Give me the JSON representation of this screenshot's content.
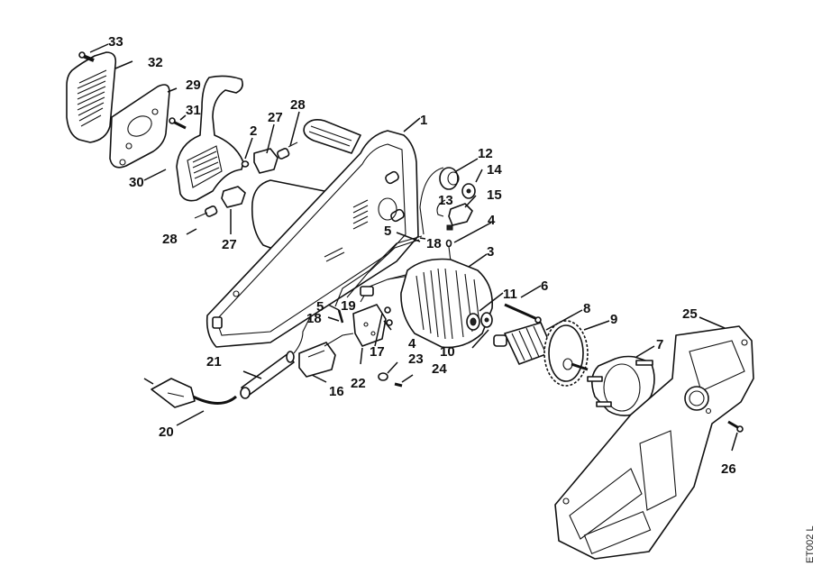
{
  "diagram": {
    "type": "exploded-parts-diagram",
    "drawing_code": "ET002 L",
    "callouts": [
      {
        "id": "c33",
        "label": "33"
      },
      {
        "id": "c32",
        "label": "32"
      },
      {
        "id": "c29",
        "label": "29"
      },
      {
        "id": "c31",
        "label": "31"
      },
      {
        "id": "c30",
        "label": "30"
      },
      {
        "id": "c2",
        "label": "2"
      },
      {
        "id": "c27a",
        "label": "27"
      },
      {
        "id": "c28a",
        "label": "28"
      },
      {
        "id": "c28b",
        "label": "28"
      },
      {
        "id": "c27b",
        "label": "27"
      },
      {
        "id": "c1",
        "label": "1"
      },
      {
        "id": "c12",
        "label": "12"
      },
      {
        "id": "c14",
        "label": "14"
      },
      {
        "id": "c13",
        "label": "13"
      },
      {
        "id": "c15",
        "label": "15"
      },
      {
        "id": "c4a",
        "label": "4"
      },
      {
        "id": "c5a",
        "label": "5"
      },
      {
        "id": "c18a",
        "label": "18"
      },
      {
        "id": "c3",
        "label": "3"
      },
      {
        "id": "c11",
        "label": "11"
      },
      {
        "id": "c6",
        "label": "6"
      },
      {
        "id": "c8",
        "label": "8"
      },
      {
        "id": "c9",
        "label": "9"
      },
      {
        "id": "c10",
        "label": "10"
      },
      {
        "id": "c7",
        "label": "7"
      },
      {
        "id": "c25",
        "label": "25"
      },
      {
        "id": "c26",
        "label": "26"
      },
      {
        "id": "c5b",
        "label": "5"
      },
      {
        "id": "c19",
        "label": "19"
      },
      {
        "id": "c18b",
        "label": "18"
      },
      {
        "id": "c17",
        "label": "17"
      },
      {
        "id": "c4b",
        "label": "4"
      },
      {
        "id": "c23",
        "label": "23"
      },
      {
        "id": "c24",
        "label": "24"
      },
      {
        "id": "c22",
        "label": "22"
      },
      {
        "id": "c16",
        "label": "16"
      },
      {
        "id": "c21",
        "label": "21"
      },
      {
        "id": "c20",
        "label": "20"
      }
    ]
  }
}
